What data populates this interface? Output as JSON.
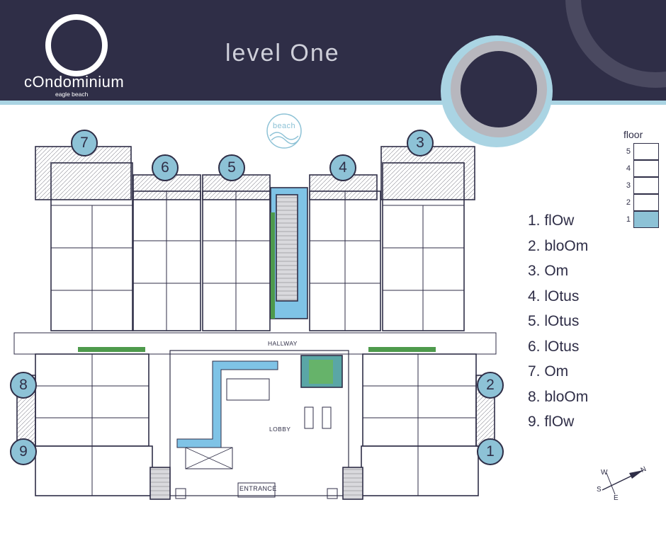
{
  "header": {
    "logo_name": "cOndominium",
    "logo_sub": "eagle beach",
    "title": "level One"
  },
  "plan": {
    "beach_badge": "beach",
    "hallway": "HALLWAY",
    "lobby": "LOBBY",
    "entrance": "ENTRANCE",
    "unit_numbers": [
      "1",
      "2",
      "3",
      "4",
      "5",
      "6",
      "7",
      "8",
      "9"
    ]
  },
  "legend": {
    "floor_title": "floor",
    "floors": [
      "5",
      "4",
      "3",
      "2",
      "1"
    ],
    "current_floor": "1",
    "units": [
      "1. flOw",
      "2. bloOm",
      "3. Om",
      "4. lOtus",
      "5. lOtus",
      "6. lOtus",
      "7. Om",
      "8. bloOm",
      "9. flOw"
    ]
  },
  "compass": {
    "n": "N",
    "e": "E",
    "s": "S",
    "w": "W"
  },
  "colors": {
    "navy": "#2f2e47",
    "accent_blue": "#8dc2d6",
    "stripe": "#aad4e3"
  }
}
